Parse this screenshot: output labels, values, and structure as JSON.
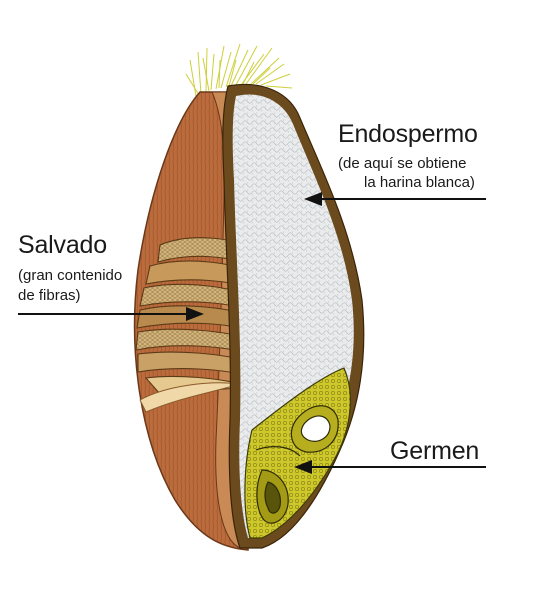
{
  "labels": {
    "endosperm": {
      "title": "Endospermo",
      "sub1": "(de aquí se obtiene",
      "sub2": "la harina blanca)"
    },
    "bran": {
      "title": "Salvado",
      "sub1": "(gran contenido",
      "sub2": "de fibras)"
    },
    "germ": {
      "title": "Germen"
    }
  },
  "colors": {
    "bran": "#b8683a",
    "bran_dark": "#8a4a24",
    "bran_layers": "#c9a36a",
    "endosperm": "#e8eaeb",
    "endosperm_lines": "#b9bec2",
    "germ": "#c8c020",
    "germ_dark": "#4a4a10",
    "hairs": "#d8d84a",
    "pointer": "#111111"
  }
}
